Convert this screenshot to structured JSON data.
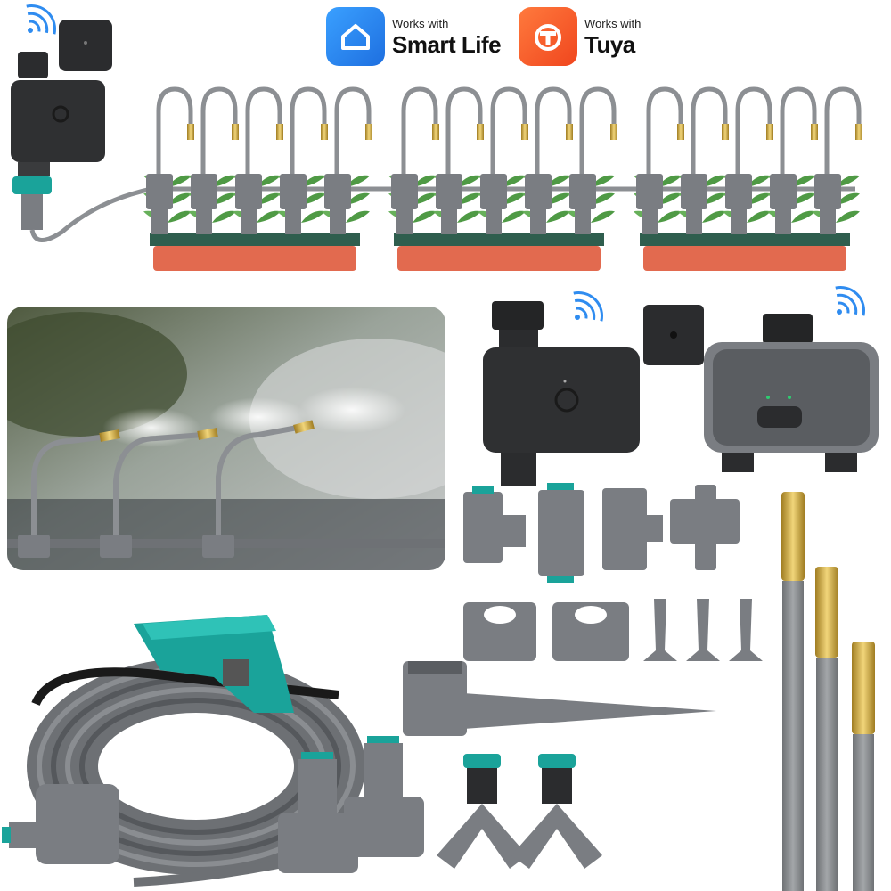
{
  "badges": [
    {
      "small": "Works with",
      "big": "Smart Life",
      "color": "#2f8cf0"
    },
    {
      "small": "Works with",
      "big": "Tuya",
      "color": "#ff5a2b"
    }
  ],
  "colors": {
    "device_black": "#2b2c2e",
    "connector_grey": "#7a7d82",
    "teal": "#1aa39a",
    "brass": "#c9a43a",
    "pot": "#e26a4f",
    "pot_rim": "#2f5e4e",
    "leaf": "#4f9a45",
    "wifi_blue": "#2f8cf0"
  },
  "icons": [
    "wifi-icon",
    "smart-life-home-icon",
    "tuya-t-icon"
  ]
}
